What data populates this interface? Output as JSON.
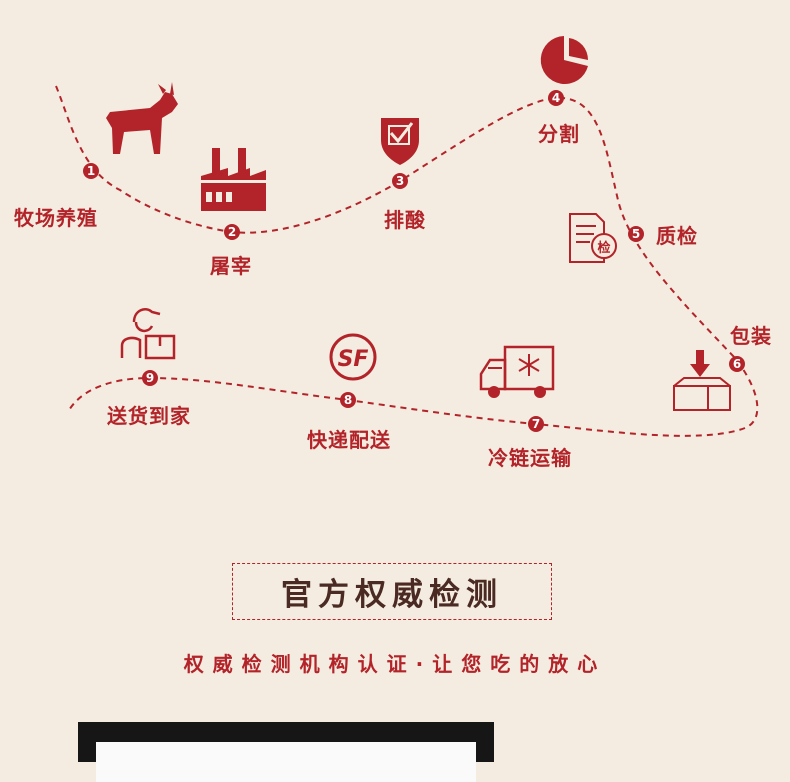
{
  "steps": [
    {
      "num": "1",
      "label": "牧场养殖",
      "icon": "goat-icon"
    },
    {
      "num": "2",
      "label": "屠宰",
      "icon": "factory-icon"
    },
    {
      "num": "3",
      "label": "排酸",
      "icon": "shield-check-icon"
    },
    {
      "num": "4",
      "label": "分割",
      "icon": "pie-icon"
    },
    {
      "num": "5",
      "label": "质检",
      "icon": "inspection-document-icon"
    },
    {
      "num": "6",
      "label": "包装",
      "icon": "package-box-icon"
    },
    {
      "num": "7",
      "label": "冷链运输",
      "icon": "refrigerated-truck-icon"
    },
    {
      "num": "8",
      "label": "快递配送",
      "icon": "sf-express-icon"
    },
    {
      "num": "9",
      "label": "送货到家",
      "icon": "courier-icon"
    }
  ],
  "inspect_badge": "检",
  "sf_logo": "SF",
  "section": {
    "title": "官方权威检测",
    "subtitle": "权威检测机构认证·让您吃的放心"
  },
  "colors": {
    "accent": "#b3242a",
    "background": "#f4ece0",
    "title_text": "#4a2a22"
  }
}
